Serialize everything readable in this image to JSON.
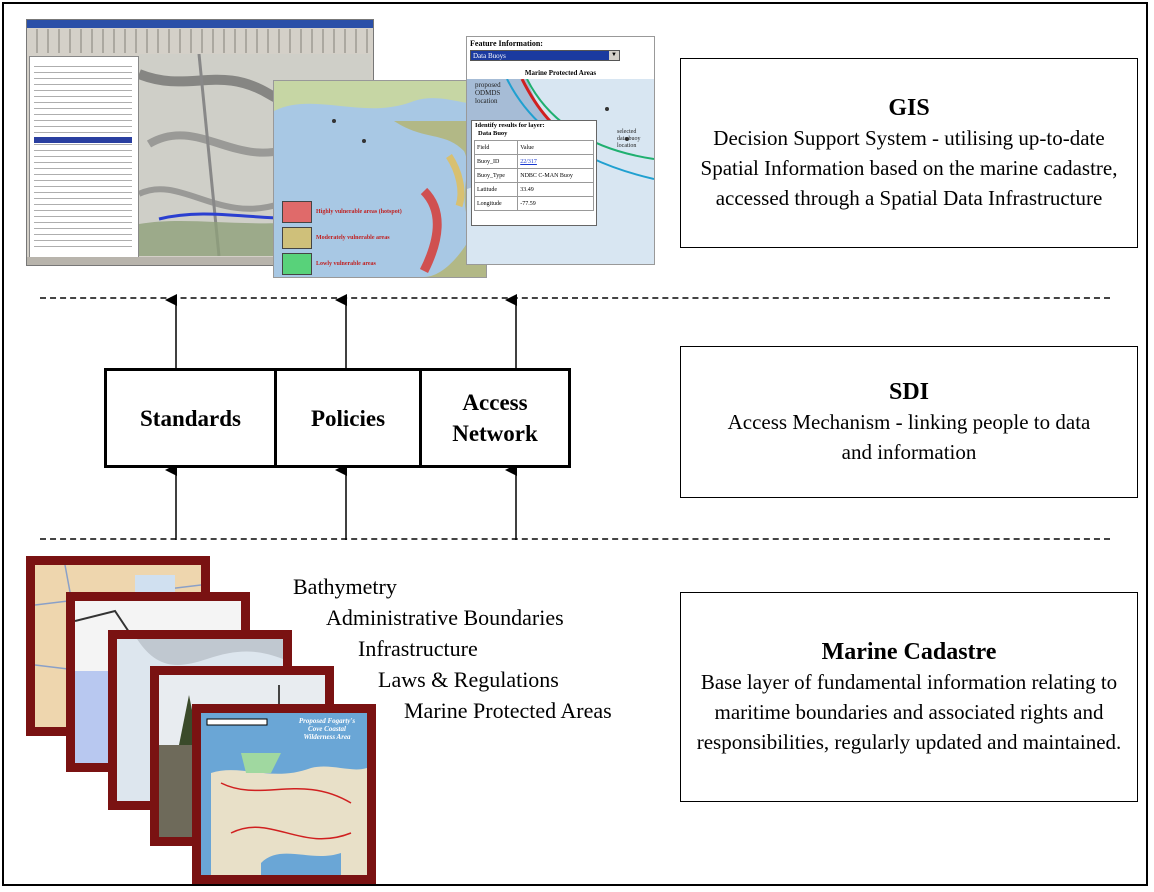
{
  "gis": {
    "title": "GIS",
    "body": "Decision Support System - utilising up-to-date Spatial Information based on the marine cadastre, accessed through a Spatial Data Infrastructure"
  },
  "sdi": {
    "title": "SDI",
    "body": "Access Mechanism - linking people to data and information",
    "boxes": [
      "Standards",
      "Policies",
      "Access\nNetwork"
    ]
  },
  "cadastre": {
    "title": "Marine Cadastre",
    "body": "Base layer of fundamental information relating to maritime boundaries and associated rights and responsibilities, regularly updated and maintained.",
    "layers": [
      "Bathymetry",
      "Administrative Boundaries",
      "Infrastructure",
      "Laws & Regulations",
      "Marine Protected Areas"
    ]
  },
  "screenshots": {
    "feature_info_title": "Feature Information:",
    "feature_select_value": "Data Buoys",
    "mpa_title": "Marine Protected Areas",
    "map_labels": [
      "proposed",
      "ODMDS",
      "location",
      "selected",
      "data buoy",
      "location"
    ],
    "vuln_legend": [
      "Highly vulnerable areas (hotspot)",
      "Moderately vulnerable areas",
      "Lowly vulnerable areas"
    ],
    "vuln_colors": [
      "#e06a6a",
      "#cfc07a",
      "#58d27a"
    ],
    "identify_title": "Identify results for layer:",
    "identify_layer": "Data Buoy",
    "identify_header": [
      "Field",
      "Value"
    ],
    "identify_rows": [
      [
        "Buoy_ID",
        "22/317"
      ],
      [
        "Buoy_Type",
        "NDBC C-MAN Buoy"
      ],
      [
        "Latitude",
        "33.49"
      ],
      [
        "Longitude",
        "-77.59"
      ]
    ],
    "map_title_last": "Proposed Fogarty's Cove Coastal Wilderness Area"
  }
}
